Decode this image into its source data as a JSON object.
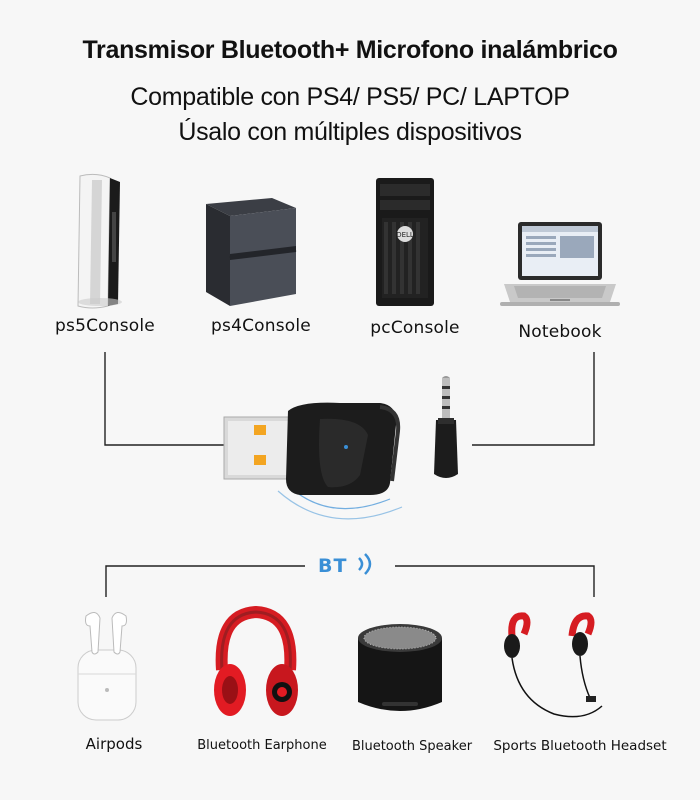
{
  "header": {
    "title": "Transmisor Bluetooth+ Microfono inalámbrico",
    "subtitle_line1": "Compatible con PS4/ PS5/ PC/ LAPTOP",
    "subtitle_line2": "Úsalo con múltiples dispositivos"
  },
  "sources": [
    {
      "label": "ps5Console",
      "icon": "ps5-console-icon"
    },
    {
      "label": "ps4Console",
      "icon": "ps4-console-icon"
    },
    {
      "label": "pcConsole",
      "icon": "pc-tower-icon"
    },
    {
      "label": "Notebook",
      "icon": "laptop-icon"
    }
  ],
  "bluetooth": {
    "label": "BT",
    "icon": "bluetooth-waves-icon",
    "accent": "#3a8fd6"
  },
  "outputs": [
    {
      "label": "Airpods",
      "icon": "airpods-icon"
    },
    {
      "label": "Bluetooth Earphone",
      "icon": "headphones-icon"
    },
    {
      "label": "Bluetooth Speaker",
      "icon": "speaker-icon"
    },
    {
      "label": "Sports Bluetooth Headset",
      "icon": "sport-earphones-icon"
    }
  ],
  "colors": {
    "background": "#f7f7f7",
    "accent_red": "#e21b23",
    "line": "#222222"
  }
}
